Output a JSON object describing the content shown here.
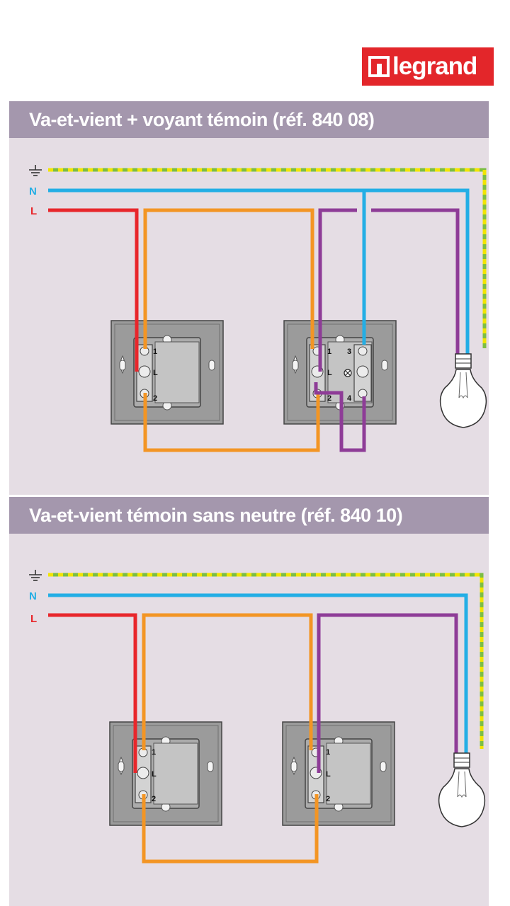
{
  "brand": {
    "name": "legrand"
  },
  "diagram1": {
    "title": "Va-et-vient + voyant témoin (réf. 840 08)"
  },
  "diagram2": {
    "title": "Va-et-vient témoin sans neutre (réf. 840 10)"
  },
  "conductors": {
    "neutral": "N",
    "live": "L"
  },
  "terminals": {
    "t1": "1",
    "tL": "L",
    "t2": "2",
    "t3": "3",
    "t4": "4"
  },
  "colors": {
    "live": "#e8262b",
    "neutral": "#23aee5",
    "traveler": "#f39524",
    "return": "#8e3c97",
    "earth_green": "#7dbe43",
    "earth_yellow": "#f2e500",
    "title_band": "#a497ad",
    "panel": "#e5dde4",
    "brand": "#e3262a"
  },
  "icons": [
    "earth-icon",
    "switch-icon",
    "lamp-icon",
    "indicator-icon"
  ]
}
